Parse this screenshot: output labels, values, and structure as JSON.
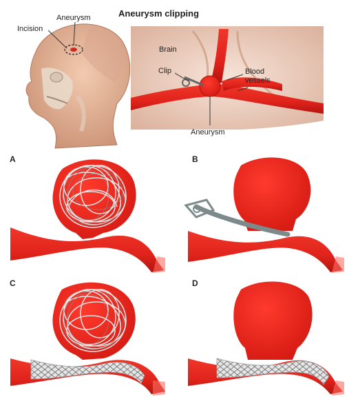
{
  "title": "Aneurysm clipping",
  "labels": {
    "incision": "Incision",
    "aneurysm_top": "Aneurysm",
    "brain": "Brain",
    "clip": "Clip",
    "blood_vessels_line1": "Blood",
    "blood_vessels_line2": "vessels",
    "aneurysm_bottom": "Aneurysm"
  },
  "panels": [
    "A",
    "B",
    "C",
    "D"
  ],
  "colors": {
    "vessel_red": "#e0231b",
    "vessel_dark": "#b3140f",
    "coil_gray": "#d8d8d8",
    "stent_gray": "#bfbfbf",
    "skin": "#e8b89a",
    "brain_bg": "#efd3c2"
  }
}
